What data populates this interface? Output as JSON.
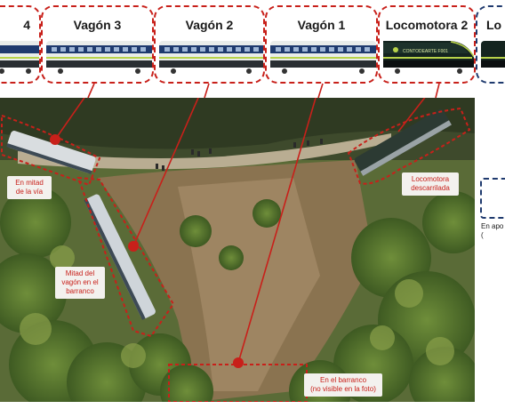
{
  "cars": [
    {
      "id": "car-4",
      "title": "4"
    },
    {
      "id": "car-vagon-3",
      "title": "Vagón 3"
    },
    {
      "id": "car-vagon-2",
      "title": "Vagón 2"
    },
    {
      "id": "car-vagon-1",
      "title": "Vagón 1"
    },
    {
      "id": "car-locomotora-2",
      "title": "Locomotora 2"
    },
    {
      "id": "car-lo",
      "title": "Lo"
    }
  ],
  "locomotive_text": "CONTODEARTE F001",
  "labels": {
    "mitad_via": "En mitad\nde la vía",
    "locomotora": "Locomotora\ndescarrilada",
    "mitad_vagon": "Mitad del\nvagón en el\nbarranco",
    "barranco": "En el barranco\n(no visible en la foto)",
    "apo": "En apo\n("
  },
  "colors": {
    "accent": "#c8201a",
    "navy": "#1f3a6e",
    "train_dark": "#14241f",
    "train_stripe": "#b8d34a"
  }
}
